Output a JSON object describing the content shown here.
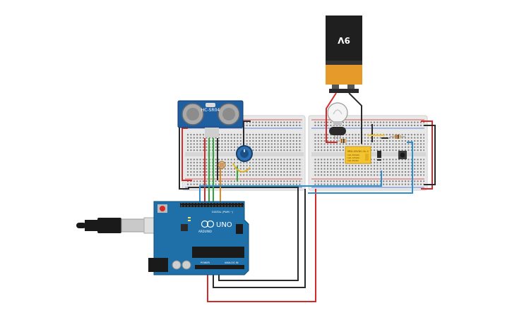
{
  "battery": {
    "label": "9V"
  },
  "sensor": {
    "label": "HC-SR04"
  },
  "relay": {
    "label": "SRD-05VDC-SL-C",
    "lines": [
      "10A 250VAC",
      "10A 125VAC",
      "10A 30VDC"
    ]
  },
  "arduino": {
    "brand": "ARDUINO",
    "model": "UNO",
    "digital_label": "DIGITAL (PWM ~)",
    "power_label": "POWER",
    "analog_label": "ANALOG IN"
  },
  "colors": {
    "red_wire": "#d42a2a",
    "black_wire": "#2a2a2a",
    "blue_wire": "#2e8fd0",
    "green_wire": "#2fa53a",
    "orange_wire": "#e08a1e",
    "arduino_blue": "#1f6fa8",
    "breadboard": "#e6e6e6",
    "relay_yellow": "#f4c430",
    "battery_orange": "#e69a2a"
  }
}
